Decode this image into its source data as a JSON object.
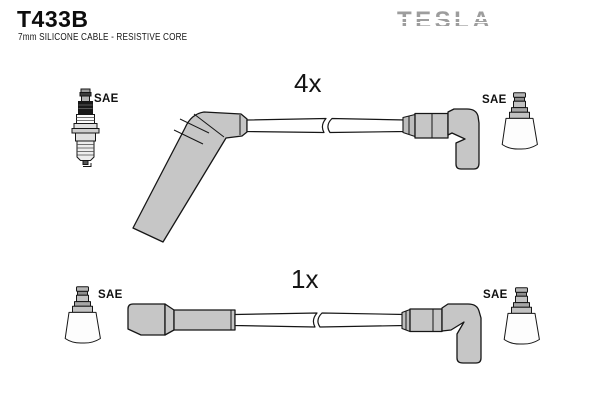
{
  "header": {
    "part_number": "T433B",
    "subtitle": "7mm SILICONE CABLE - RESISTIVE CORE",
    "brand": "TESLA"
  },
  "cable_sets": [
    {
      "quantity": "4x",
      "left_terminal_label": "SAE",
      "right_terminal_label": "SAE",
      "left_terminal_type": "spark-plug",
      "right_terminal_type": "coil-boot"
    },
    {
      "quantity": "1x",
      "left_terminal_label": "SAE",
      "right_terminal_label": "SAE",
      "left_terminal_type": "coil-boot",
      "right_terminal_type": "coil-boot"
    }
  ],
  "colors": {
    "connector_gray": "#c6c6c6",
    "outline": "#161616",
    "logo_gray": "#9d9d9d",
    "background": "#ffffff"
  }
}
